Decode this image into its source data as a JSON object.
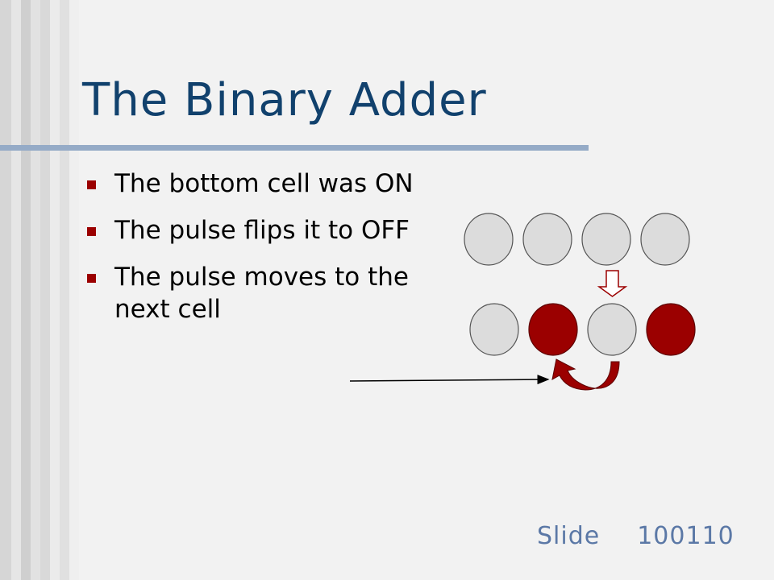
{
  "slide": {
    "title": "The Binary Adder",
    "bullets": [
      {
        "text": "The bottom cell was ON"
      },
      {
        "text": "The pulse flips it to OFF"
      },
      {
        "text": "The pulse moves to the next cell"
      }
    ],
    "footer": {
      "label": "Slide",
      "number": "100110"
    }
  },
  "diagram": {
    "top_row": [
      "OFF",
      "OFF",
      "OFF",
      "OFF"
    ],
    "bottom_row": [
      "OFF",
      "ON",
      "OFF",
      "ON"
    ],
    "colors": {
      "cell_off": "#dcdcdc",
      "cell_on": "#9b0000",
      "arrow": "#9b0000",
      "title": "#11416d",
      "footer": "#5b78a6"
    }
  }
}
